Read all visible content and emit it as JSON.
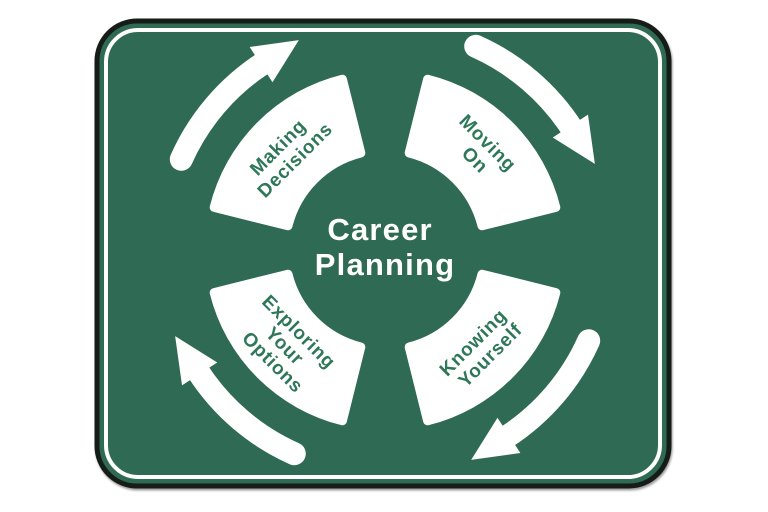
{
  "sign": {
    "center_title_lines": [
      "Career",
      "Planning"
    ],
    "segments": [
      {
        "name": "making-decisions",
        "position": "top-left",
        "lines": [
          "Making",
          "Decisions"
        ]
      },
      {
        "name": "moving-on",
        "position": "top-right",
        "lines": [
          "Moving",
          "On"
        ]
      },
      {
        "name": "knowing-yourself",
        "position": "bottom-right",
        "lines": [
          "Knowing",
          "Yourself"
        ]
      },
      {
        "name": "exploring-your-options",
        "position": "bottom-left",
        "lines": [
          "Exploring",
          "Your",
          "Options"
        ]
      }
    ],
    "arrows": [
      {
        "name": "cycle-arrow-top-left",
        "direction": "clockwise"
      },
      {
        "name": "cycle-arrow-top-right",
        "direction": "clockwise"
      },
      {
        "name": "cycle-arrow-bottom-right",
        "direction": "clockwise"
      },
      {
        "name": "cycle-arrow-bottom-left",
        "direction": "clockwise"
      }
    ],
    "colors": {
      "sign_green": "#2f6b54",
      "segment_text_green": "#2e7759",
      "arrow_white": "#ffffff",
      "border_dark": "#161d19",
      "page_background": "#ffffff"
    }
  }
}
